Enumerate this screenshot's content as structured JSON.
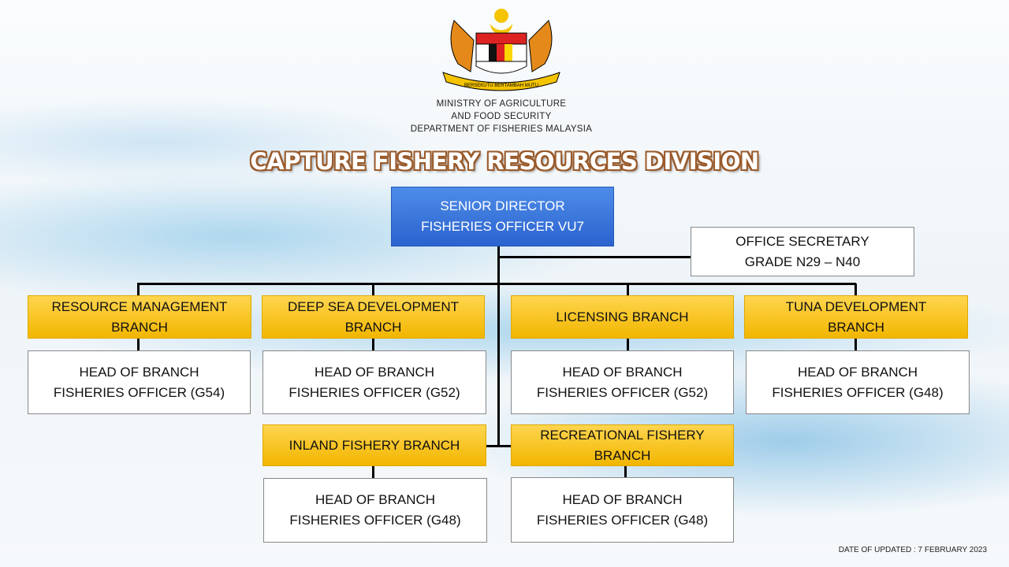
{
  "header": {
    "logo_text": [
      "BERSEKUTU",
      "BERTAMBAH MUTU"
    ],
    "ministry_line1": "MINISTRY  OF  AGRICULTURE",
    "ministry_line2": "AND FOOD SECURITY",
    "department": "DEPARTMENT  OF  FISHERIES  MALAYSIA"
  },
  "title": "CAPTURE FISHERY RESOURCES DIVISION",
  "director": {
    "line1": "SENIOR DIRECTOR",
    "line2": "FISHERIES OFFICER VU7"
  },
  "secretary": {
    "line1": "OFFICE SECRETARY",
    "line2": "GRADE N29 – N40"
  },
  "branches": [
    {
      "name": [
        "RESOURCE  MANAGEMENT",
        "BRANCH"
      ],
      "head": "HEAD OF BRANCH",
      "officer": "FISHERIES OFFICER (G54)"
    },
    {
      "name": [
        "DEEP SEA DEVELOPMENT",
        "BRANCH"
      ],
      "head": "HEAD OF BRANCH",
      "officer": "FISHERIES OFFICER (G52)"
    },
    {
      "name": [
        "LICENSING BRANCH",
        ""
      ],
      "head": "HEAD OF BRANCH",
      "officer": "FISHERIES OFFICER (G52)"
    },
    {
      "name": [
        "TUNA DEVELOPMENT",
        "BRANCH"
      ],
      "head": "HEAD OF BRANCH",
      "officer": "FISHERIES OFFICER (G48)"
    },
    {
      "name": [
        "INLAND FISHERY BRANCH",
        ""
      ],
      "head": "HEAD OF BRANCH",
      "officer": "FISHERIES OFFICER (G48)"
    },
    {
      "name": [
        "RECREATIONAL  FISHERY",
        "BRANCH"
      ],
      "head": "HEAD OF BRANCH",
      "officer": "FISHERIES OFFICER (G48)"
    }
  ],
  "footer": {
    "date": "DATE OF UPDATED : 7 FEBRUARY 2023"
  }
}
